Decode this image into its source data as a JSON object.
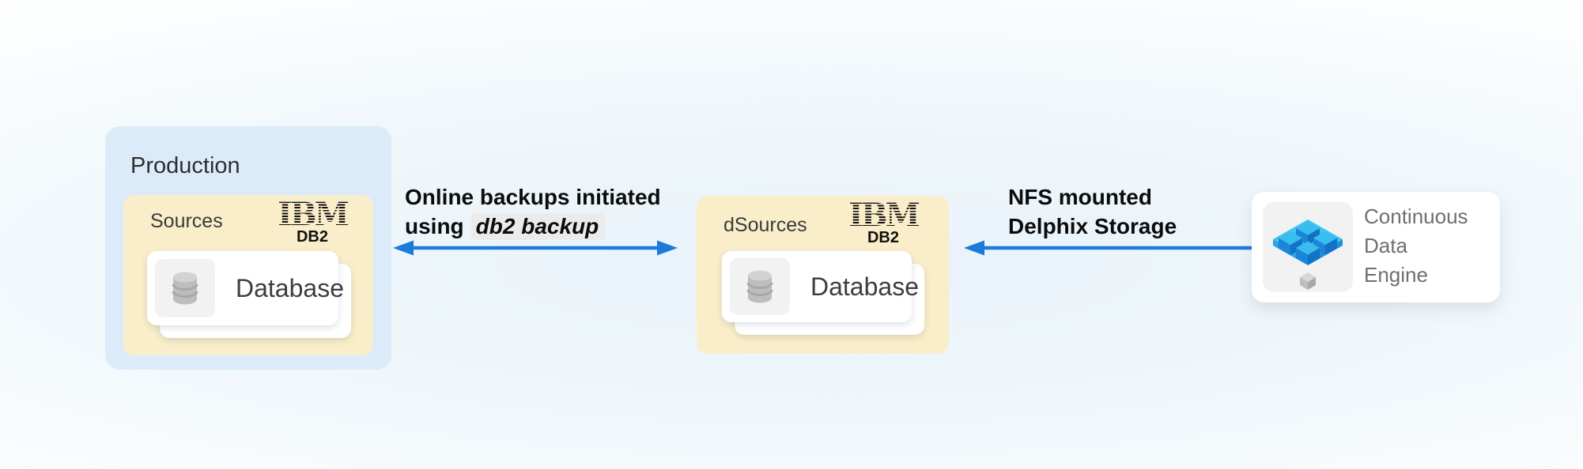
{
  "colors": {
    "arrow_blue": "#1b7bda",
    "production_bg": "#dcebfa",
    "sources_bg": "#faeeca",
    "card_bg": "#ffffff",
    "icon_tile_bg": "#f2f2f2",
    "code_chip_bg": "#ebebeb",
    "engine_icon_blue": "#1faee9",
    "engine_text_gray": "#6f6f6f",
    "title_text": "#2e2e2e"
  },
  "production": {
    "title": "Production",
    "sources": {
      "title": "Sources",
      "logo_brand": "IBM",
      "logo_product": "DB2",
      "database_label": "Database"
    }
  },
  "dsources": {
    "title": "dSources",
    "logo_brand": "IBM",
    "logo_product": "DB2",
    "database_label": "Database"
  },
  "backup_arrow": {
    "direction": "bidirectional",
    "line1": "Online backups initiated",
    "line2_prefix": "using",
    "line2_code": "db2 backup"
  },
  "nfs_arrow": {
    "direction": "left",
    "line1": "NFS mounted",
    "line2": "Delphix Storage"
  },
  "engine": {
    "line1": "Continuous",
    "line2": "Data",
    "line3": "Engine"
  }
}
